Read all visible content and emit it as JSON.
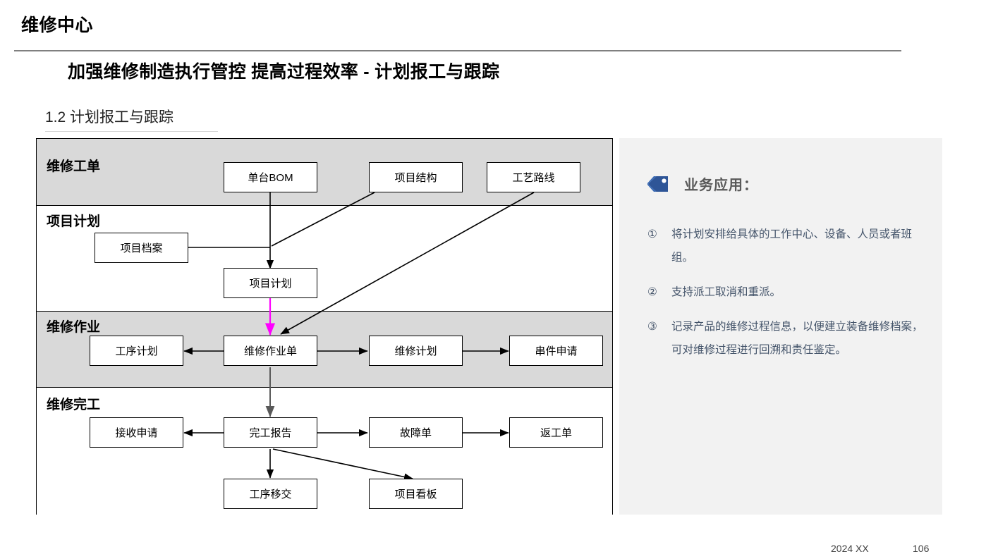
{
  "header": {
    "page_title": "维修中心",
    "slide_title": "加强维修制造执行管控 提高过程效率 - 计划报工与跟踪",
    "section_label": "1.2 计划报工与跟踪"
  },
  "diagram": {
    "bands": [
      {
        "label": "维修工单",
        "fill": "#d9d9d9"
      },
      {
        "label": "项目计划",
        "fill": "#ffffff"
      },
      {
        "label": "维修作业",
        "fill": "#d9d9d9"
      },
      {
        "label": "维修完工",
        "fill": "#ffffff"
      }
    ],
    "nodes": {
      "dantai_bom": "单台BOM",
      "xiangmu_jiegou": "项目结构",
      "gongyi_luxian": "工艺路线",
      "xiangmu_dangan": "项目档案",
      "xiangmu_jihua": "项目计划",
      "gongxu_jihua": "工序计划",
      "weixiu_zuoye_dan": "维修作业单",
      "weixiu_jihua": "维修计划",
      "chuanjian_shenqing": "串件申请",
      "jieshou_shenqing": "接收申请",
      "wangong_baogao": "完工报告",
      "guzhang_dan": "故障单",
      "fangong_dan": "返工单",
      "gongxu_yijiao": "工序移交",
      "xiangmu_kanban": "项目看板"
    },
    "connector_colors": {
      "default": "#000000",
      "highlight": "#ff00ff",
      "secondary": "#595959"
    }
  },
  "info_panel": {
    "icon": "tag-icon",
    "heading": "业务应用：",
    "items": [
      {
        "marker": "①",
        "text": "将计划安排给具体的工作中心、设备、人员或者班组。"
      },
      {
        "marker": "②",
        "text": "支持派工取消和重派。"
      },
      {
        "marker": "③",
        "text": "记录产品的维修过程信息，以便建立装备维修档案，可对维修过程进行回溯和责任鉴定。"
      }
    ],
    "accent_color": "#44546a"
  },
  "footer": {
    "date": "2024 XX",
    "page_number": "106"
  }
}
